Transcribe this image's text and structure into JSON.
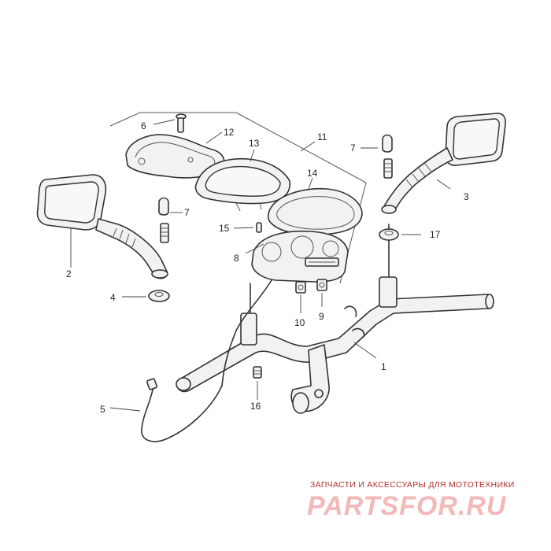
{
  "callouts": {
    "c1": "1",
    "c2": "2",
    "c3": "3",
    "c4": "4",
    "c5": "5",
    "c6": "6",
    "c7a": "7",
    "c7b": "7",
    "c8": "8",
    "c9": "9",
    "c10": "10",
    "c11": "11",
    "c12": "12",
    "c13": "13",
    "c14": "14",
    "c15": "15",
    "c16": "16",
    "c17": "17"
  },
  "watermark": {
    "tagline": "ЗАПЧАСТИ И АКСЕССУАРЫ ДЛЯ МОТОТЕХНИКИ",
    "logo": "PARTSFOR.RU",
    "color": "#b23030"
  }
}
